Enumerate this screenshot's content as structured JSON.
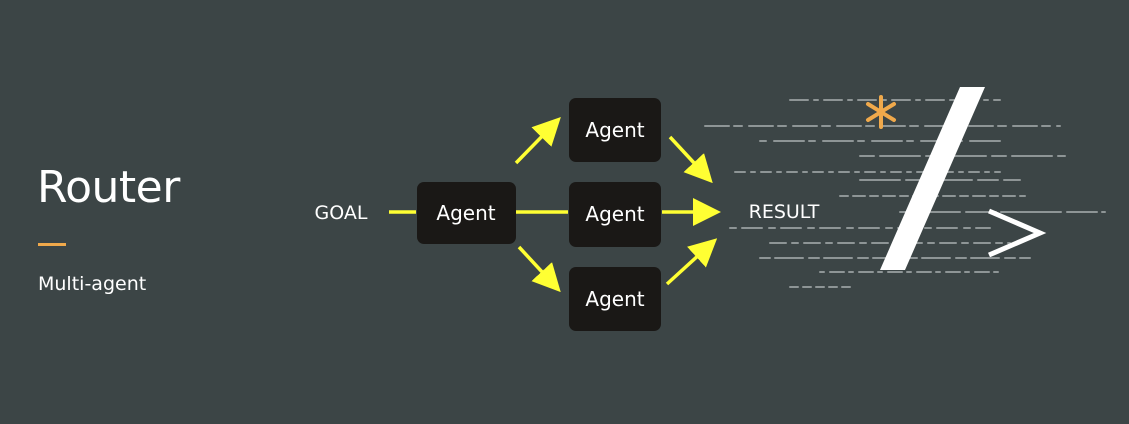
{
  "slide": {
    "title": "Router",
    "subtitle": "Multi-agent"
  },
  "diagram": {
    "start_label": "GOAL",
    "end_label": "RESULT",
    "router_label": "Agent",
    "branches": [
      {
        "label": "Agent"
      },
      {
        "label": "Agent"
      },
      {
        "label": "Agent"
      }
    ]
  },
  "logo": {
    "icon": "code-asterisk-slash-chevron-logo"
  },
  "colors": {
    "background": "#3c4546",
    "arrow": "#ffff33",
    "node_fill": "#1a1816",
    "accent": "#f0a94b",
    "text": "#ffffff"
  }
}
